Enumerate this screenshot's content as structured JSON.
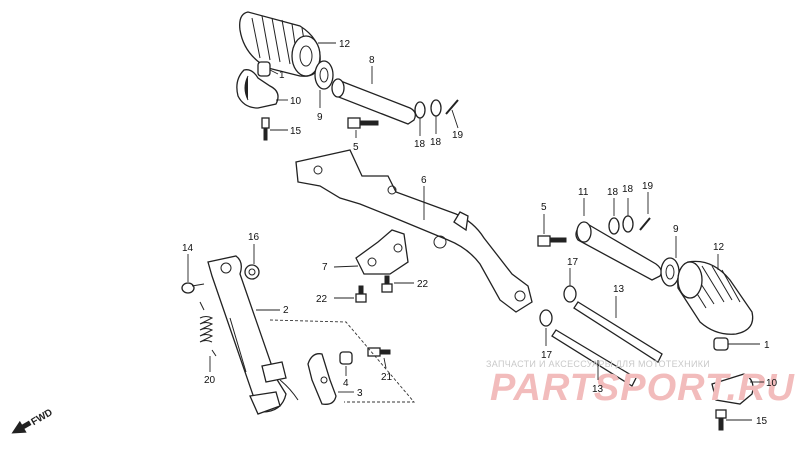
{
  "callouts": {
    "c12_top": "12",
    "c8": "8",
    "c1_top": "1",
    "c10_top": "10",
    "c9_top": "9",
    "c15_top": "15",
    "c5_top": "5",
    "c18_top_a": "18",
    "c18_top_b": "18",
    "c19_top": "19",
    "c6": "6",
    "c16": "16",
    "c14": "14",
    "c2": "2",
    "c7": "7",
    "c22_left": "22",
    "c22_right": "22",
    "c20": "20",
    "c4": "4",
    "c3": "3",
    "c21": "21",
    "c5_right": "5",
    "c11": "11",
    "c18_right_a": "18",
    "c18_right_b": "18",
    "c19_right": "19",
    "c9_right": "9",
    "c12_right": "12",
    "c17_upper": "17",
    "c13_upper": "13",
    "c17_lower": "17",
    "c13_lower": "13",
    "c1_right": "1",
    "c10_right": "10",
    "c15_right": "15"
  },
  "fwd_label": "FWD",
  "watermark": {
    "caption": "ЗАПЧАСТИ И АКСЕССУАРЫ ДЛЯ МОТОТЕХНИКИ",
    "brand": "PARTSPORT.RU"
  }
}
